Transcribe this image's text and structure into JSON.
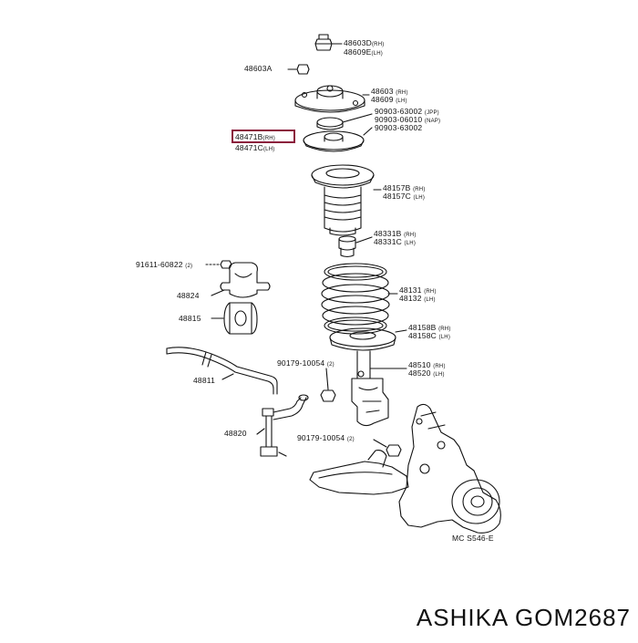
{
  "labels": {
    "l48603D": "48603D",
    "l48603D_sfx": "(RH)",
    "l48609E": "48609E",
    "l48609E_sfx": "(LH)",
    "l48603A": "48603A",
    "l48603": "48603",
    "l48603_sfx": "(RH)",
    "l48609": "48609",
    "l48609_sfx": "(LH)",
    "l90903a": "90903-63002",
    "l90903a_sfx": "(JPP)",
    "l90903b": "90903-06010",
    "l90903b_sfx": "(NAP)",
    "l90903c": "90903-63002",
    "l48471B": "48471B",
    "l48471B_sfx": "(RH)",
    "l48471C": "48471C",
    "l48471C_sfx": "(LH)",
    "l48157B": "48157B",
    "l48157B_sfx": "(RH)",
    "l48157C": "48157C",
    "l48157C_sfx": "(LH)",
    "l48331B": "48331B",
    "l48331B_sfx": "(RH)",
    "l48331C": "48331C",
    "l48331C_sfx": "(LH)",
    "l91611": "91611-60822",
    "l91611_sfx": "(2)",
    "l48824": "48824",
    "l48815": "48815",
    "l48131": "48131",
    "l48131_sfx": "(RH)",
    "l48132": "48132",
    "l48132_sfx": "(LH)",
    "l48158B": "48158B",
    "l48158B_sfx": "(RH)",
    "l48158C": "48158C",
    "l48158C_sfx": "(LH)",
    "l90179a": "90179-10054",
    "l90179a_sfx": "(2)",
    "l48510": "48510",
    "l48510_sfx": "(RH)",
    "l48520": "48520",
    "l48520_sfx": "(LH)",
    "l48811": "48811",
    "l48820": "48820",
    "l90179b": "90179-10054",
    "l90179b_sfx": "(2)"
  },
  "diagram_code": "MC S546-E",
  "caption": "ASHIKA GOM2687",
  "colors": {
    "highlight": "#8b1a3c",
    "line": "#111111"
  }
}
